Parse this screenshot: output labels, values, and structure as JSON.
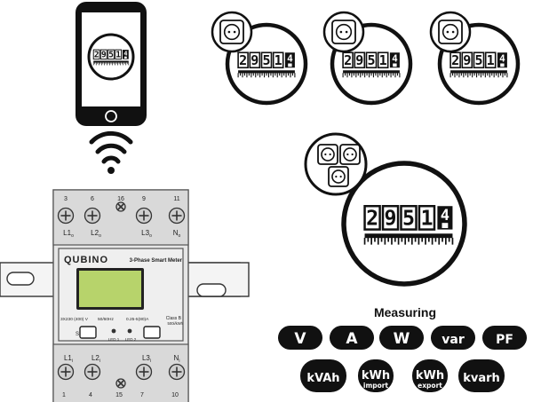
{
  "meter": {
    "brand": "QUBINO",
    "model": "3-Phase Smart Meter",
    "top_terminals": [
      "3",
      "6",
      "16",
      "9",
      "11"
    ],
    "top_phase_labels": [
      "L1o",
      "L2o",
      "L3o",
      "No"
    ],
    "bottom_phase_labels": [
      "L1i",
      "L2i",
      "L3i",
      "Ni"
    ],
    "bottom_terminals": [
      "1",
      "4",
      "15",
      "7",
      "10"
    ],
    "spec_voltage": "3X230 (400) V",
    "spec_freq": "50/60Hz",
    "spec_current": "0.25-5(80)A",
    "spec_class": "Class B",
    "spec_impulse": "500i/kWh",
    "button_label": "S",
    "led1": "LED 1",
    "led2": "LED 2"
  },
  "counter": {
    "digits": [
      "2",
      "9",
      "5",
      "1"
    ],
    "fraction": "4"
  },
  "measuring": {
    "title": "Measuring",
    "row1": [
      "V",
      "A",
      "W",
      "var",
      "PF"
    ],
    "row2": [
      {
        "main": "kVAh",
        "sub": ""
      },
      {
        "main": "kWh",
        "sub": "import"
      },
      {
        "main": "kWh",
        "sub": "export"
      },
      {
        "main": "kvarh",
        "sub": ""
      }
    ]
  }
}
